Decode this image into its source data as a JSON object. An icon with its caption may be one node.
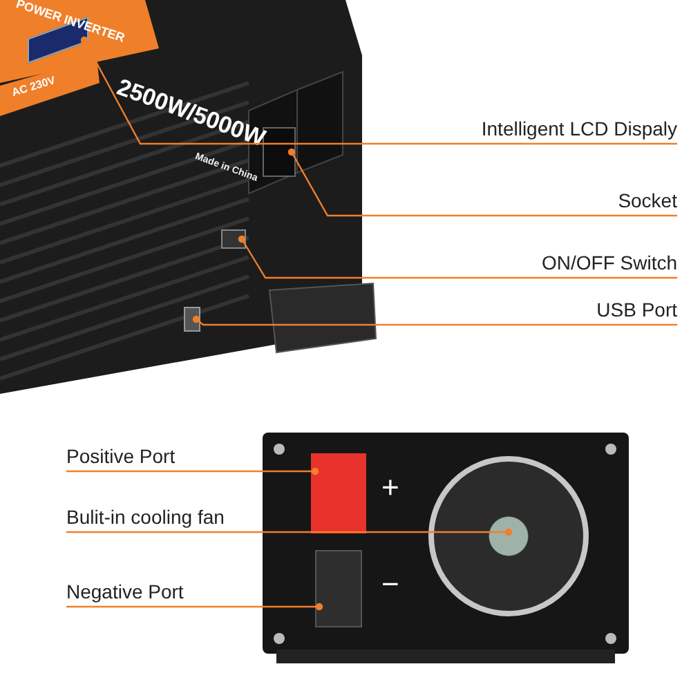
{
  "diagram": {
    "nodes": [
      {
        "text": [
          "Intelligent LCD Dispaly"
        ]
      },
      {
        "text": [
          "Socket"
        ]
      },
      {
        "text": [
          "ON/OFF Switch"
        ]
      },
      {
        "text": [
          "USB Port"
        ]
      },
      {
        "text": [
          "Positive Port"
        ]
      },
      {
        "text": [
          "Bulit-in cooling fan"
        ]
      },
      {
        "text": [
          "Negative Port"
        ]
      },
      {
        "text": [],
        "shape": "box"
      },
      {
        "text": [],
        "shape": "box"
      },
      {
        "text": [],
        "shape": "box"
      },
      {
        "text": [],
        "shape": "box"
      },
      {
        "text": [],
        "shape": "box"
      },
      {
        "text": [],
        "shape": "circle"
      },
      {
        "text": [],
        "shape": "box"
      }
    ],
    "edges": [
      {
        "from": 0,
        "to": 7,
        "arrow": "other"
      },
      {
        "from": 1,
        "to": 8,
        "arrow": "other"
      },
      {
        "from": 2,
        "to": 9,
        "arrow": "other"
      },
      {
        "from": 3,
        "to": 10,
        "arrow": "other"
      },
      {
        "from": 4,
        "to": 11,
        "arrow": "other"
      },
      {
        "from": 5,
        "to": 12,
        "arrow": "other"
      },
      {
        "from": 6,
        "to": 13,
        "arrow": "other"
      }
    ],
    "labels": [
      "POWER INVERTER",
      "AC 230V",
      "2500W/5000W",
      "Made in China",
      "+",
      "−"
    ]
  }
}
